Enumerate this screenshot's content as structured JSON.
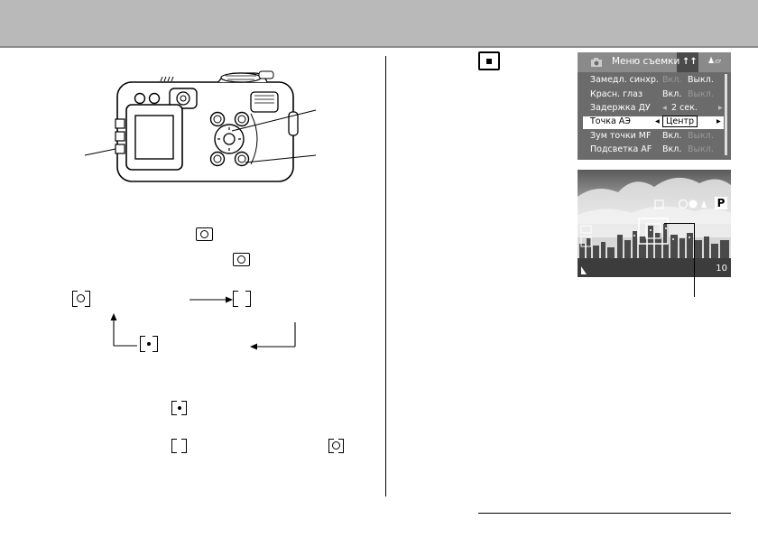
{
  "page": {
    "header_text": ""
  },
  "metering_icons": [
    {
      "name": "evaluative",
      "symbol": "evaluative-metering-icon"
    },
    {
      "name": "center-weighted",
      "symbol": "center-weighted-metering-icon"
    },
    {
      "name": "spot",
      "symbol": "spot-metering-icon"
    }
  ],
  "menu": {
    "title": "Меню съемки",
    "tab_icons": [
      "camera-icon",
      "settings-tab-icon",
      "person-tab-icon"
    ],
    "rows": [
      {
        "label": "Замедл. синхр.",
        "v1": "Вкл.",
        "v2": "Выкл.",
        "v1_active": false
      },
      {
        "label": "Красн. глаз",
        "v1": "Вкл.",
        "v2": "Выкл.",
        "v1_active": true
      },
      {
        "label": "Задержка ДУ",
        "v1": "2 сек.",
        "v2": "",
        "v1_active": true
      },
      {
        "label": "Точка АЭ",
        "v1": "Центр",
        "v2": "",
        "v1_active": true
      },
      {
        "label": "Зум точки MF",
        "v1": "Вкл.",
        "v2": "Выкл.",
        "v1_active": true
      },
      {
        "label": "Подсветка AF",
        "v1": "Вкл.",
        "v2": "Выкл.",
        "v1_active": true
      }
    ],
    "selected_index": 3
  },
  "photo": {
    "mode_letter": "P",
    "shots_remaining": "10"
  },
  "colors": {
    "header_band": "#b9b9b9",
    "menu_bg": "#6b6b6b",
    "menu_top": "#8a8a8a"
  }
}
